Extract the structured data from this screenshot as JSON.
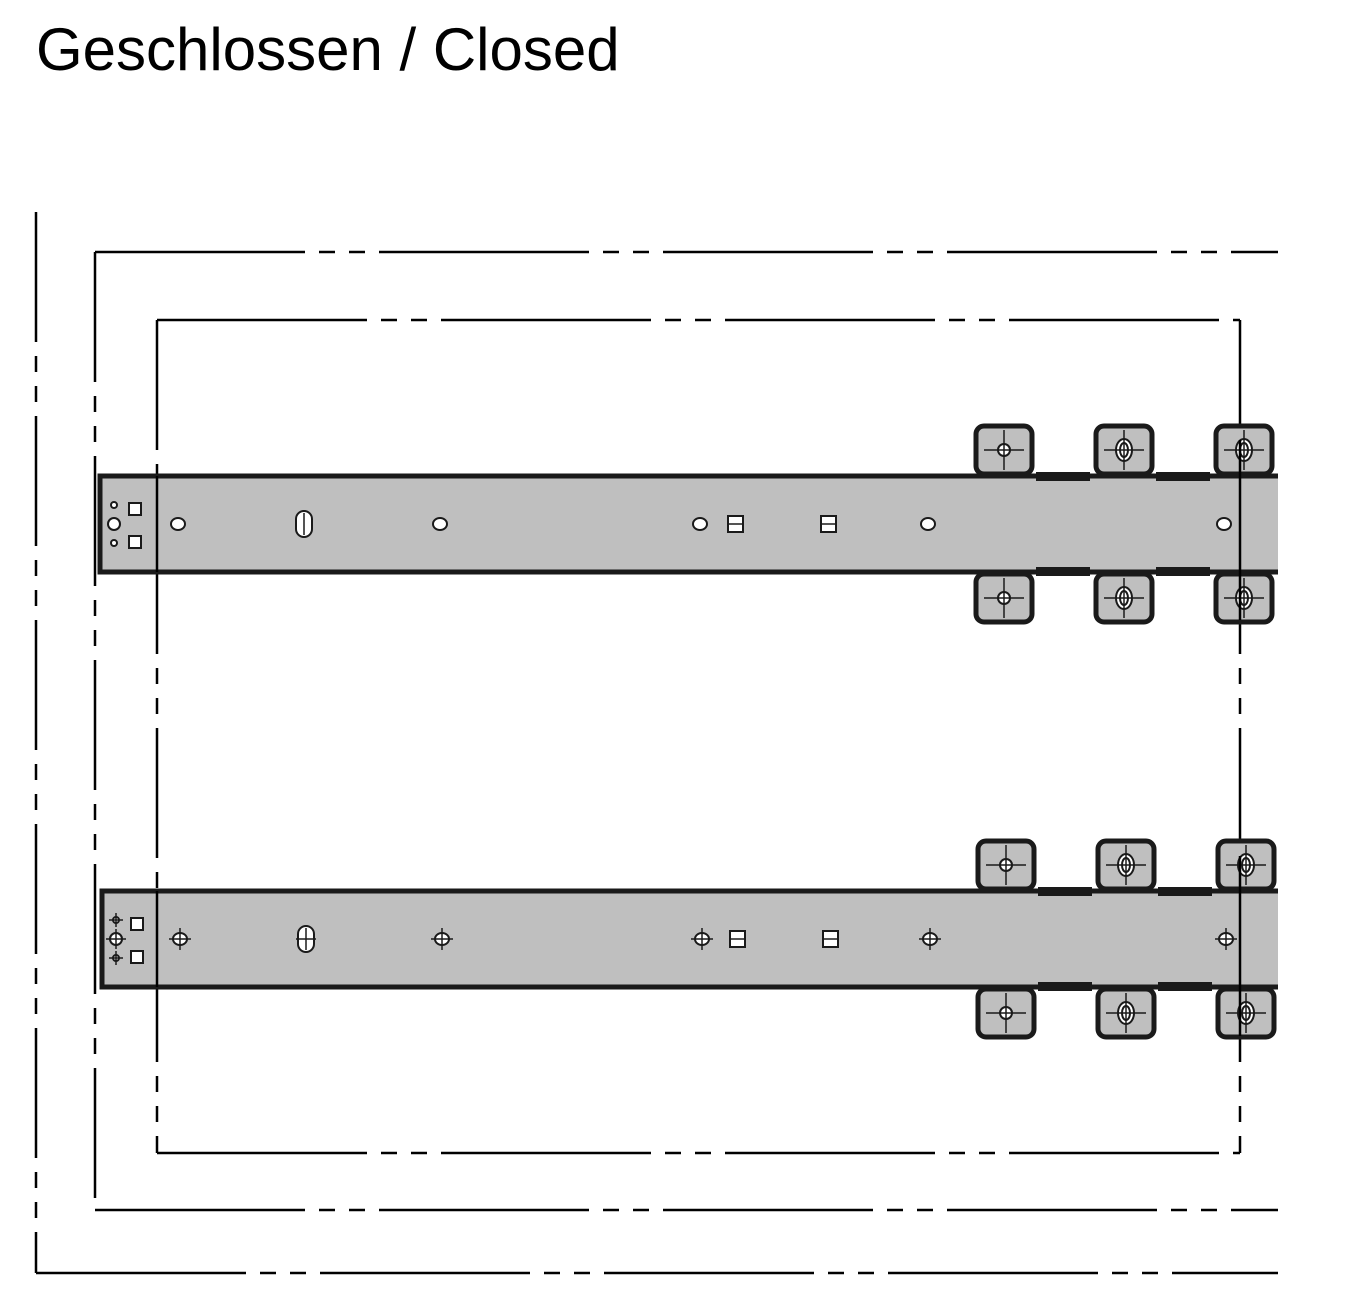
{
  "title": "Geschlossen / Closed",
  "colors": {
    "rail_fill": "#bfbfbf",
    "outline": "#1a1a1a",
    "background": "#ffffff"
  },
  "drawing": {
    "rails": [
      {
        "name": "upper-rail",
        "hole_style": "plain"
      },
      {
        "name": "lower-rail",
        "hole_style": "crosshair"
      }
    ]
  }
}
